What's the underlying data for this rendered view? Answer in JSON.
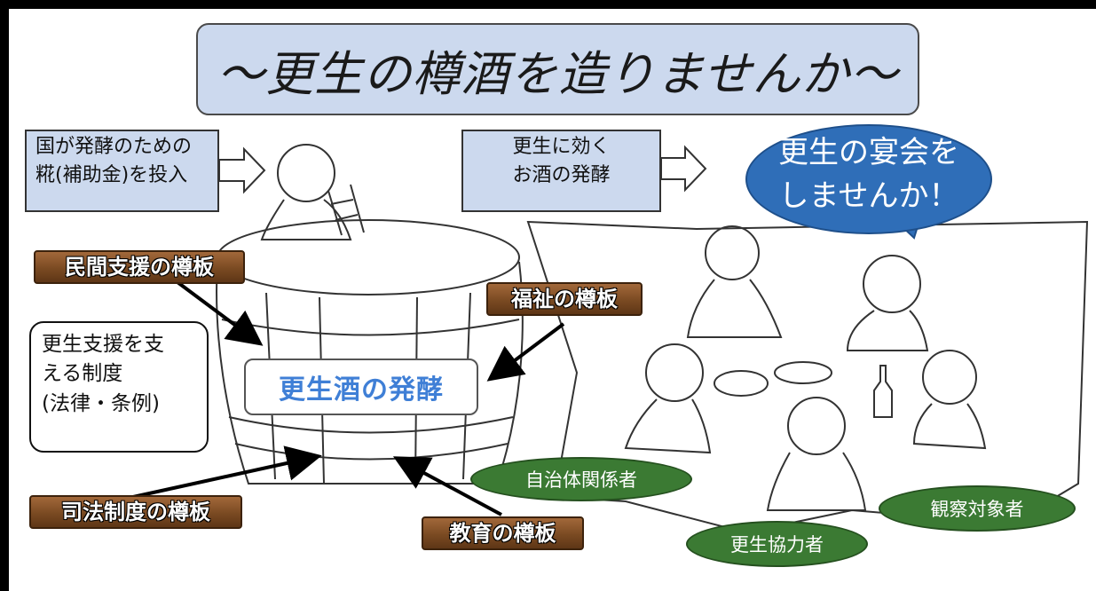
{
  "title": "～更生の樽酒を造りませんか～",
  "boxes": {
    "subsidy": [
      "国が発酵のための",
      "糀(補助金)を投入"
    ],
    "effect": [
      "更生に効く",
      "お酒の発酵"
    ]
  },
  "bubble": [
    "更生の宴会を",
    "しませんか！"
  ],
  "planks": {
    "private": "民間支援の樽板",
    "welfare": "福祉の樽板",
    "judicial": "司法制度の樽板",
    "education": "教育の樽板"
  },
  "callout": [
    "更生支援を支",
    "える制度",
    "(法律・条例)"
  ],
  "ferment": "更生酒の発酵",
  "participants": {
    "municipal": "自治体関係者",
    "observed": "観察対象者",
    "volunteer": "更生協力者"
  }
}
